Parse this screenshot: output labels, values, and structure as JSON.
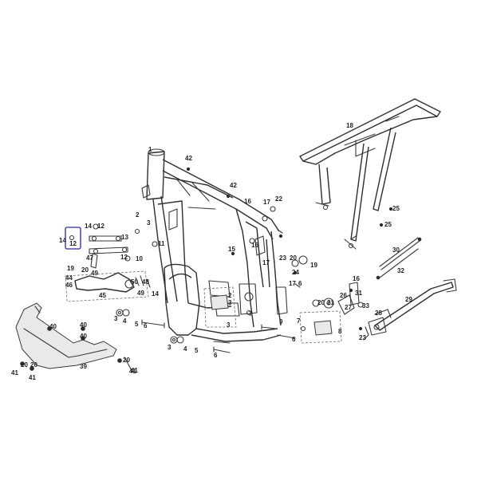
{
  "callouts": [
    {
      "id": "c-1",
      "text": "1"
    },
    {
      "id": "c-42a",
      "text": "42"
    },
    {
      "id": "c-42b",
      "text": "42"
    },
    {
      "id": "c-18",
      "text": "18"
    },
    {
      "id": "c-16a",
      "text": "16"
    },
    {
      "id": "c-17a",
      "text": "17"
    },
    {
      "id": "c-22",
      "text": "22"
    },
    {
      "id": "c-2a",
      "text": "2"
    },
    {
      "id": "c-3a",
      "text": "3"
    },
    {
      "id": "c-25a",
      "text": "25"
    },
    {
      "id": "c-25b",
      "text": "25"
    },
    {
      "id": "c-14a",
      "text": "14"
    },
    {
      "id": "c-12a",
      "text": "12"
    },
    {
      "id": "c-14b",
      "text": "14"
    },
    {
      "id": "c-12b",
      "text": "12"
    },
    {
      "id": "c-13",
      "text": "13"
    },
    {
      "id": "c-11",
      "text": "11"
    },
    {
      "id": "c-47",
      "text": "47"
    },
    {
      "id": "c-12c",
      "text": "12"
    },
    {
      "id": "c-10",
      "text": "10"
    },
    {
      "id": "c-15",
      "text": "15"
    },
    {
      "id": "c-16b",
      "text": "16"
    },
    {
      "id": "c-23a",
      "text": "23"
    },
    {
      "id": "c-20a",
      "text": "20"
    },
    {
      "id": "c-19a",
      "text": "19"
    },
    {
      "id": "c-17b",
      "text": "17"
    },
    {
      "id": "c-24",
      "text": "24"
    },
    {
      "id": "c-30",
      "text": "30"
    },
    {
      "id": "c-32",
      "text": "32"
    },
    {
      "id": "c-19b",
      "text": "19"
    },
    {
      "id": "c-20b",
      "text": "20"
    },
    {
      "id": "c-49a",
      "text": "49"
    },
    {
      "id": "c-44",
      "text": "44"
    },
    {
      "id": "c-46",
      "text": "46"
    },
    {
      "id": "c-50",
      "text": "50"
    },
    {
      "id": "c-48",
      "text": "48"
    },
    {
      "id": "c-49b",
      "text": "49"
    },
    {
      "id": "c-14c",
      "text": "14"
    },
    {
      "id": "c-45",
      "text": "45"
    },
    {
      "id": "c-17c",
      "text": "17"
    },
    {
      "id": "c-6a",
      "text": "6"
    },
    {
      "id": "c-16c",
      "text": "16"
    },
    {
      "id": "c-2b",
      "text": "2"
    },
    {
      "id": "c-3b",
      "text": "3"
    },
    {
      "id": "c-7a",
      "text": "7"
    },
    {
      "id": "c-3c",
      "text": "3"
    },
    {
      "id": "c-9",
      "text": "9"
    },
    {
      "id": "c-20c",
      "text": "20"
    },
    {
      "id": "c-21",
      "text": "21"
    },
    {
      "id": "c-26",
      "text": "26"
    },
    {
      "id": "c-31",
      "text": "31"
    },
    {
      "id": "c-33",
      "text": "33"
    },
    {
      "id": "c-29",
      "text": "29"
    },
    {
      "id": "c-28",
      "text": "28"
    },
    {
      "id": "c-27",
      "text": "27"
    },
    {
      "id": "c-23b",
      "text": "23"
    },
    {
      "id": "c-3d",
      "text": "3"
    },
    {
      "id": "c-4a",
      "text": "4"
    },
    {
      "id": "c-5a",
      "text": "5"
    },
    {
      "id": "c-6b",
      "text": "6"
    },
    {
      "id": "c-40a",
      "text": "40"
    },
    {
      "id": "c-40b",
      "text": "40"
    },
    {
      "id": "c-40c",
      "text": "40"
    },
    {
      "id": "c-7b",
      "text": "7"
    },
    {
      "id": "c-8",
      "text": "8"
    },
    {
      "id": "c-6c",
      "text": "6"
    },
    {
      "id": "c-3e",
      "text": "3"
    },
    {
      "id": "c-4b",
      "text": "4"
    },
    {
      "id": "c-5b",
      "text": "5"
    },
    {
      "id": "c-6d",
      "text": "6"
    },
    {
      "id": "c-20d",
      "text": "20"
    },
    {
      "id": "c-41a",
      "text": "41"
    },
    {
      "id": "c-41b",
      "text": "41"
    },
    {
      "id": "c-20e",
      "text": "20"
    },
    {
      "id": "c-39",
      "text": "39"
    },
    {
      "id": "c-41c",
      "text": "41"
    },
    {
      "id": "c-20f",
      "text": "20"
    },
    {
      "id": "c-41d",
      "text": "41"
    }
  ],
  "highlight": {
    "text": "12",
    "color": "#2a2a9a"
  }
}
